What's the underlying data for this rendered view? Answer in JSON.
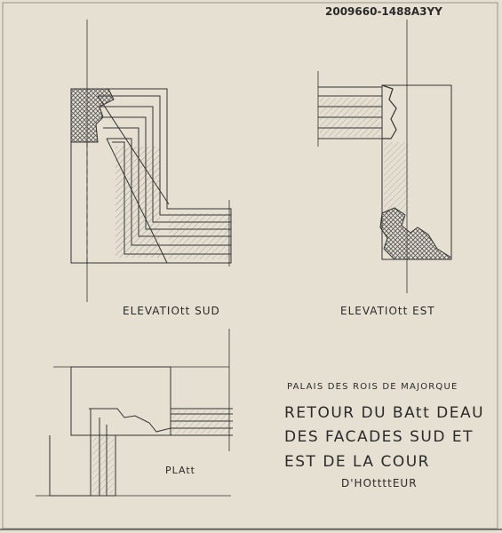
{
  "reference_number": "2009660-1488A3YY",
  "views": {
    "south_elevation_label": "ELEVATIOtt SUD",
    "east_elevation_label": "ELEVATIOtt EST",
    "plan_label": "PLAtt"
  },
  "title_block": {
    "line1": "PALAIS DES ROIS DE MAJORQUE",
    "line2": "RETOUR DU BAtt DEAU",
    "line3": "DES FACADES SUD ET",
    "line4": "EST DE LA COUR",
    "line5": "D'HOttttEUR"
  },
  "colors": {
    "paper": "#e6e0d2",
    "ink": "#2a2a2a"
  }
}
